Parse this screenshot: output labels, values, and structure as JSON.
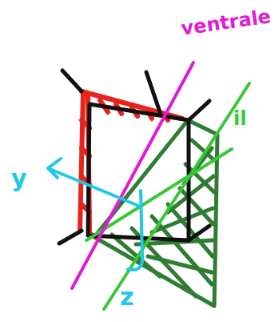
{
  "diagram": {
    "labels": [
      "ventrale",
      "il",
      "y",
      "z"
    ]
  }
}
